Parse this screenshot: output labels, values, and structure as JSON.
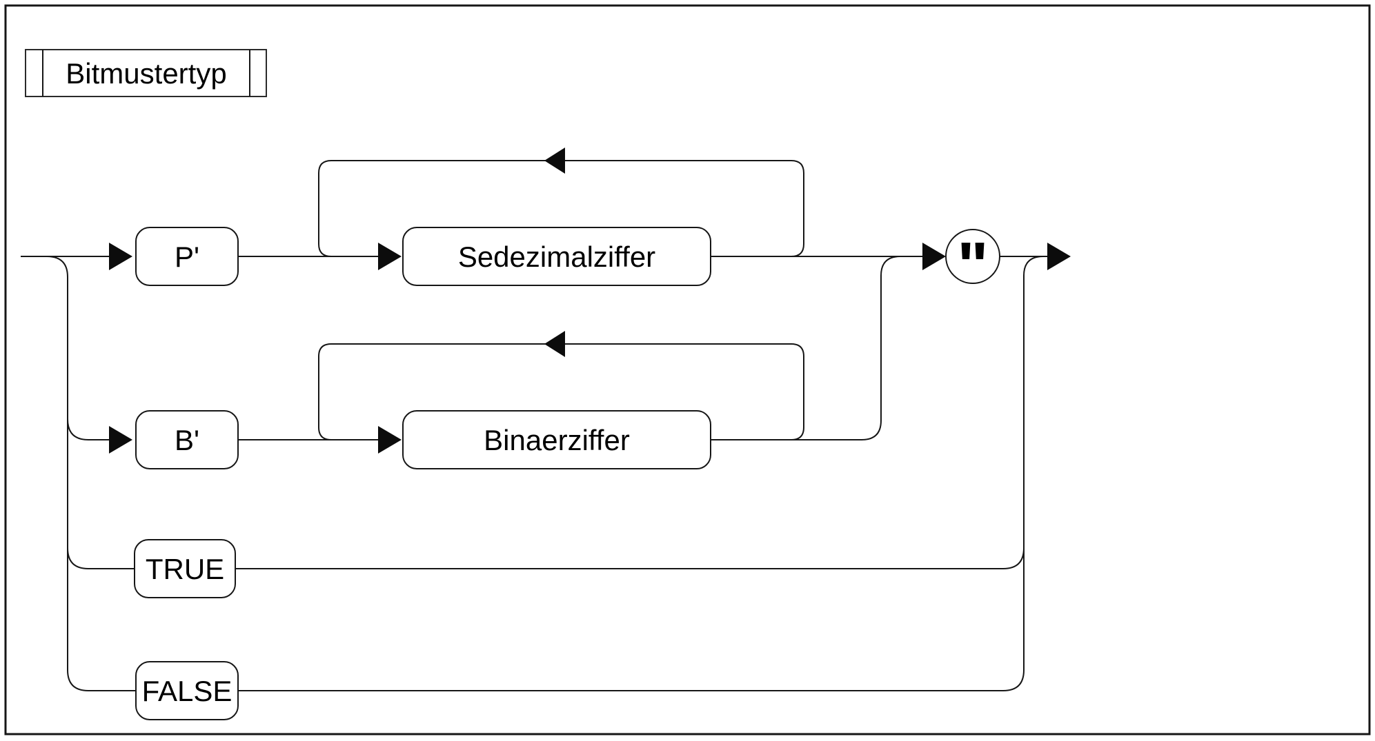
{
  "colors": {
    "ink": "#161616",
    "paper": "#ffffff"
  },
  "diagram": {
    "title": "Bitmustertyp",
    "nodes": {
      "p_prefix": "P'",
      "sedezimalziffer": "Sedezimalziffer",
      "b_prefix": "B'",
      "binaerziffer": "Binaerziffer",
      "true_literal": "TRUE",
      "false_literal": "FALSE",
      "quote": "\""
    }
  }
}
